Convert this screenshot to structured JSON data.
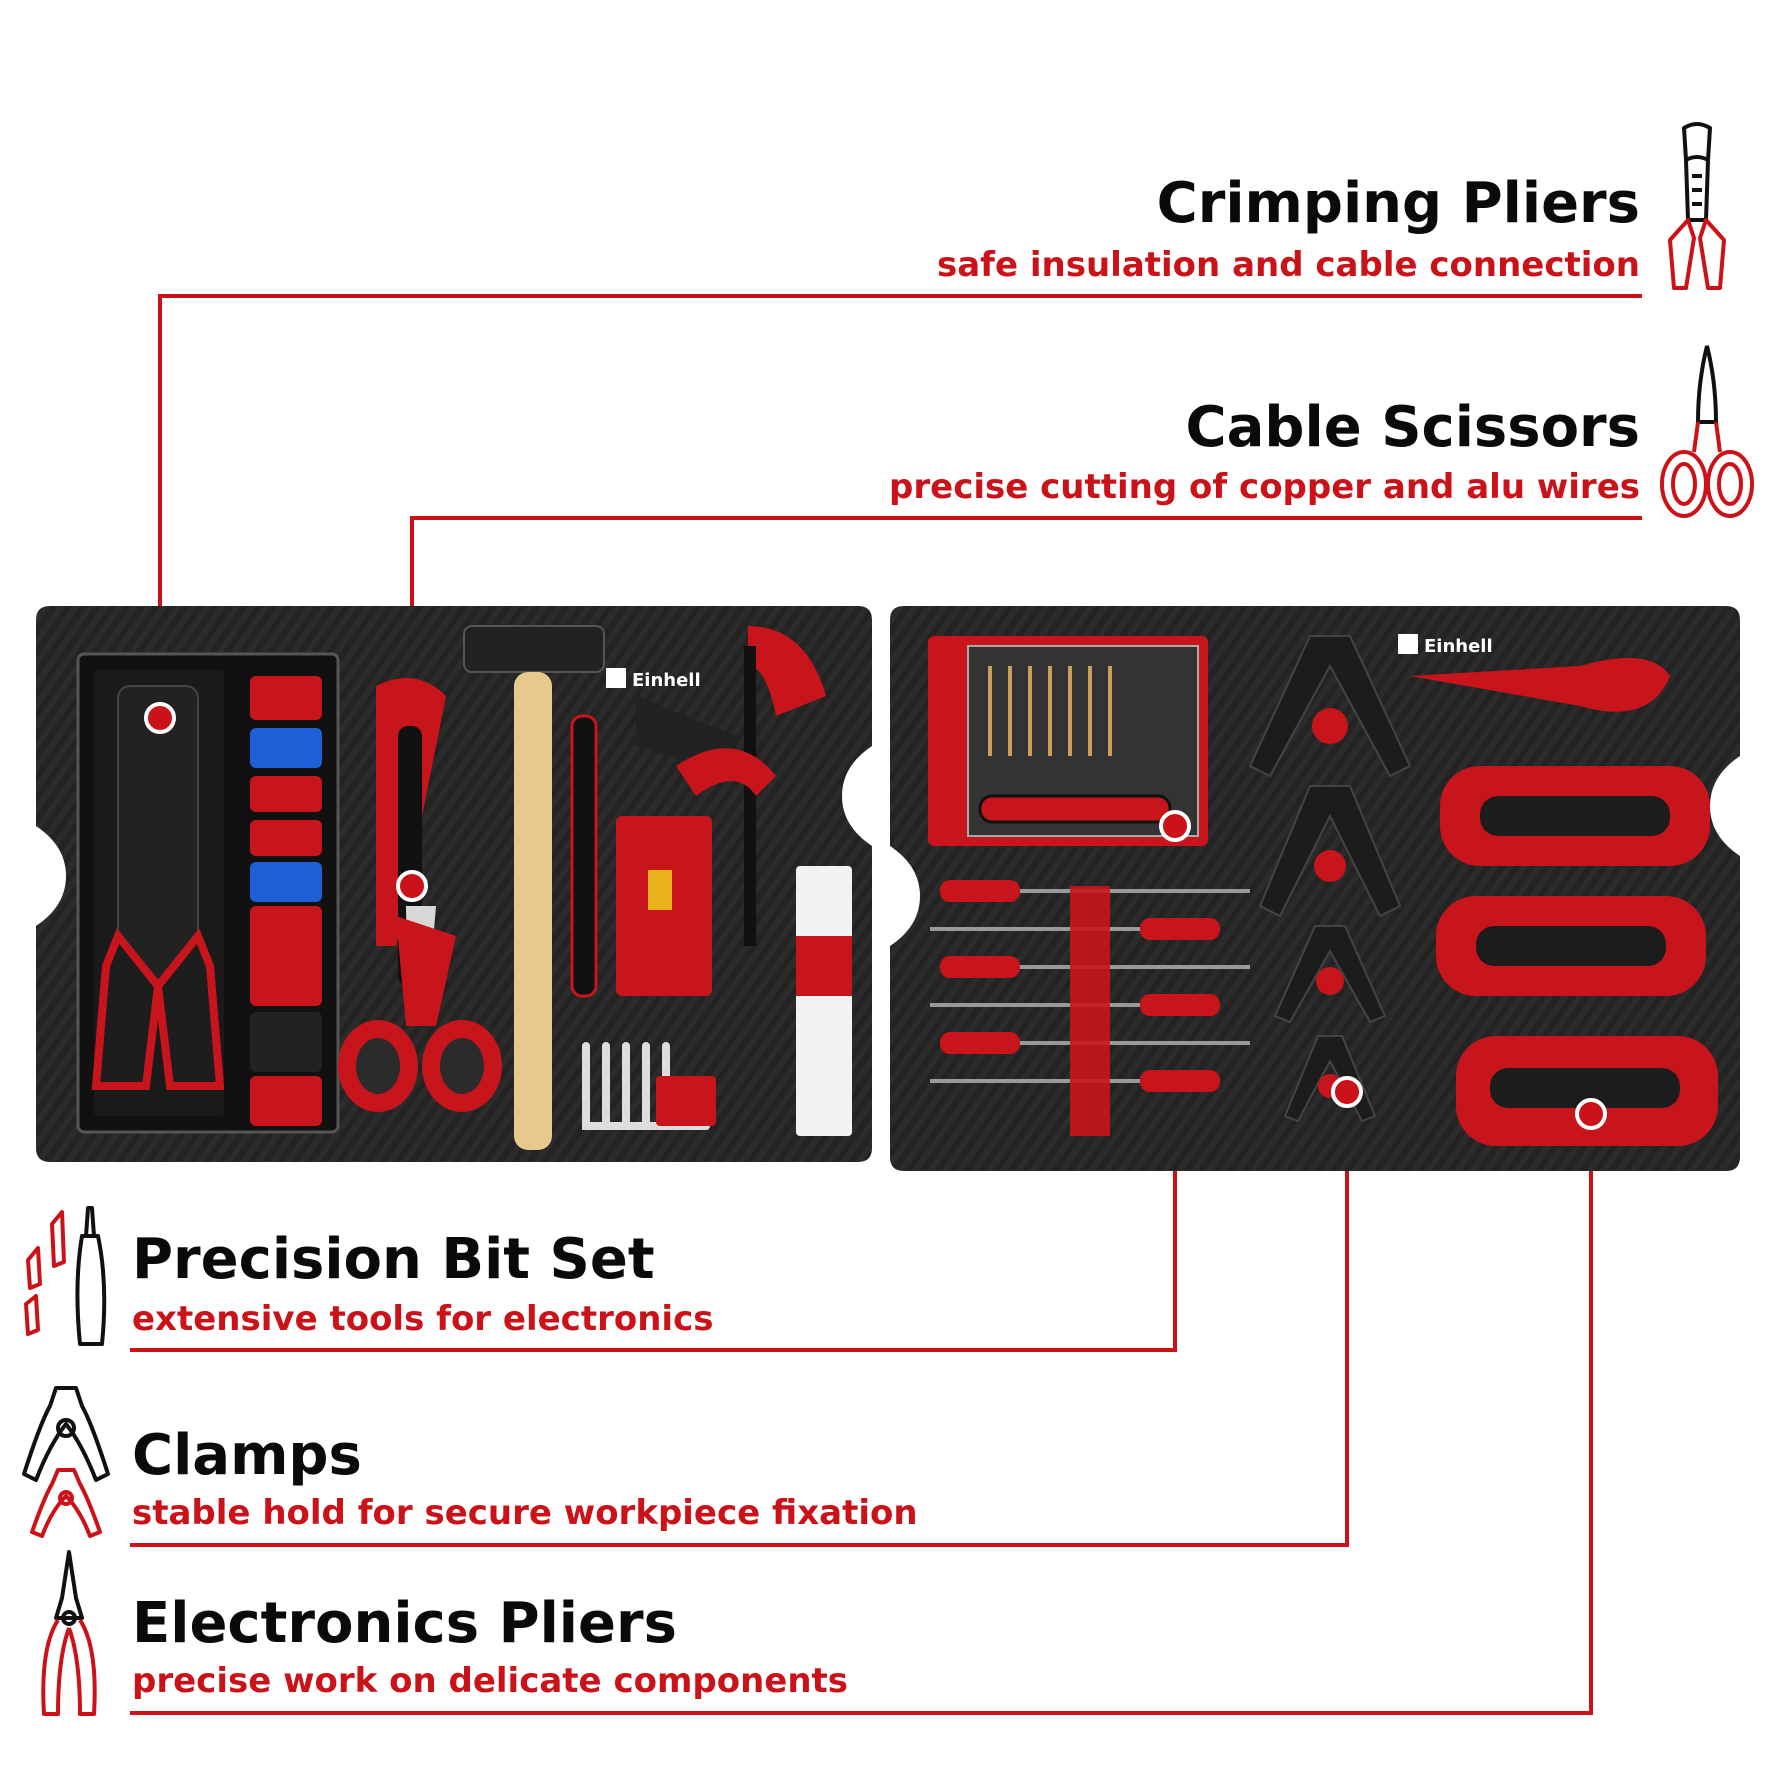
{
  "callouts": {
    "crimping": {
      "title": "Crimping Pliers",
      "subtitle": "safe insulation and cable connection",
      "icon": "crimping-pliers-icon"
    },
    "scissors": {
      "title": "Cable Scissors",
      "subtitle": "precise cutting of copper and alu wires",
      "icon": "scissors-icon"
    },
    "bitset": {
      "title": "Precision Bit Set",
      "subtitle": "extensive tools for electronics",
      "icon": "screwdriver-bits-icon"
    },
    "clamps": {
      "title": "Clamps",
      "subtitle": "stable hold for secure workpiece fixation",
      "icon": "clamp-icon"
    },
    "pliers": {
      "title": "Electronics Pliers",
      "subtitle": "precise work on delicate components",
      "icon": "pliers-icon"
    }
  },
  "trays": {
    "left": {
      "brand": "Einhell"
    },
    "right": {
      "brand": "Einhell"
    }
  },
  "colors": {
    "accent": "#cc1219",
    "text": "#0a0a0a",
    "tray": "#2a2a2a",
    "tray_dark": "#1a1a1a"
  }
}
